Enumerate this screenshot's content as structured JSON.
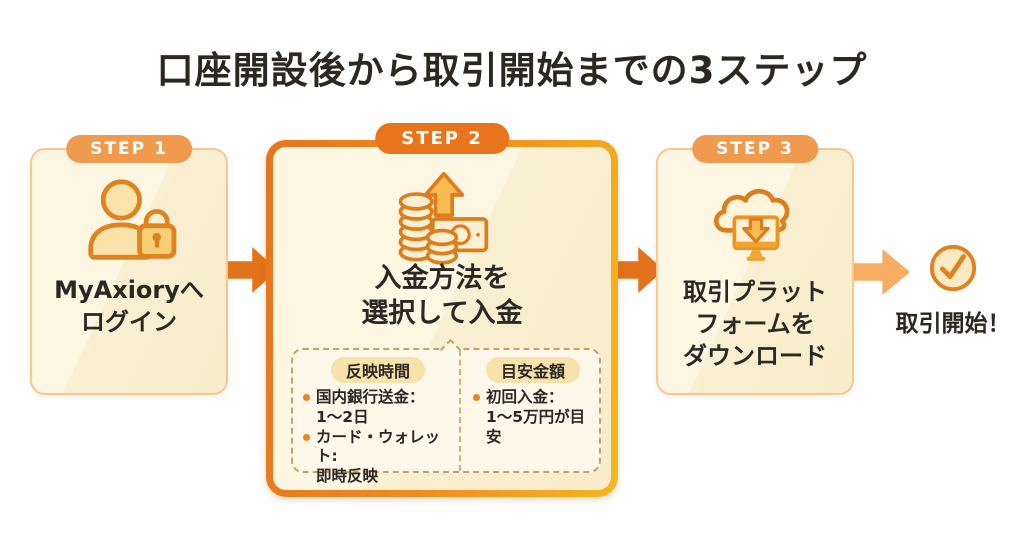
{
  "title": "口座開設後から取引開始までの3ステップ",
  "steps": [
    {
      "badge": "STEP 1",
      "icon": "user-lock-icon",
      "lines": [
        "MyAxioryへ",
        "ログイン"
      ]
    },
    {
      "badge": "STEP 2",
      "icon": "deposit-money-icon",
      "lines": [
        "入金方法を",
        "選択して入金"
      ],
      "detail": {
        "columns": [
          {
            "badge": "反映時間",
            "bullets": [
              {
                "l1": "国内銀行送金：",
                "l2": "1〜2日"
              },
              {
                "l1": "カード・ウォレット:",
                "l2": "即時反映"
              }
            ]
          },
          {
            "badge": "目安金額",
            "bullets": [
              {
                "l1": "初回入金：",
                "l2": "1〜5万円が目安"
              }
            ]
          }
        ]
      }
    },
    {
      "badge": "STEP 3",
      "icon": "cloud-download-icon",
      "lines": [
        "取引プラット",
        "フォームを",
        "ダウンロード"
      ]
    }
  ],
  "result": {
    "label": "取引開始！",
    "icon": "check-circle-icon"
  },
  "colors": {
    "arrow_dark": "#e2731a",
    "arrow_light": "#f6ad62",
    "badge_orange": "#f09a4e",
    "badge_orange_dark": "#e8741c",
    "card_border_gradient_end": "#f3b81f",
    "card_cream": "#fdf6e2",
    "dashed_border": "#c99f63",
    "pill_bg": "#f8e2ab",
    "icon_stroke": "#dd7e1e",
    "text": "#2b2823"
  }
}
